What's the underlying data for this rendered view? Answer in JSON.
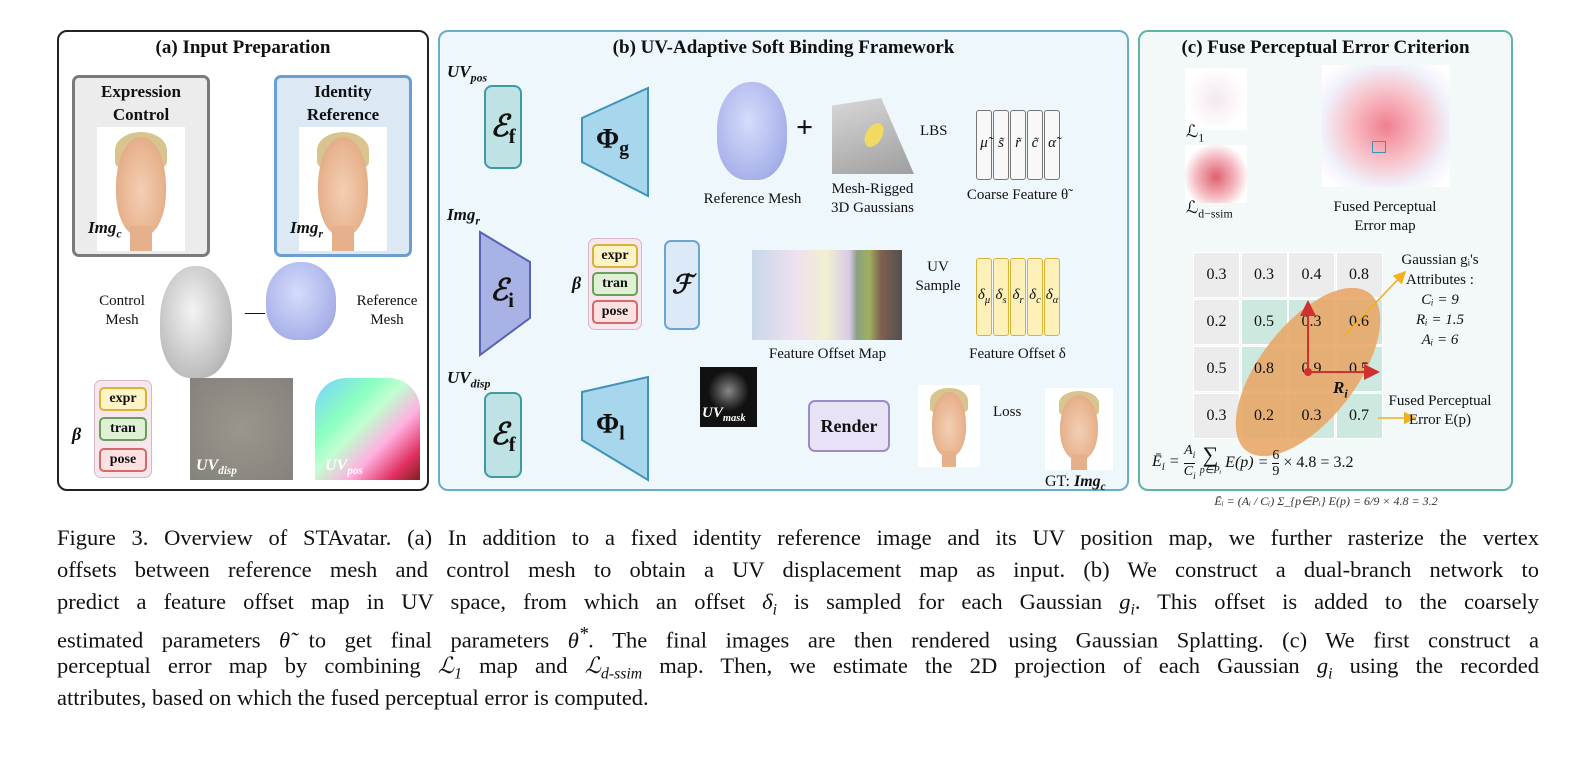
{
  "panel_a": {
    "title": "(a) Input Preparation",
    "expression_control": [
      "Expression",
      "Control"
    ],
    "img_c": {
      "base": "Img",
      "sub": "c"
    },
    "identity_reference": [
      "Identity",
      "Reference"
    ],
    "img_r": {
      "base": "Img",
      "sub": "r"
    },
    "control_mesh": [
      "Control",
      "Mesh"
    ],
    "reference_mesh": [
      "Reference",
      "Mesh"
    ],
    "minus": "—",
    "beta": "β",
    "params": [
      "expr",
      "tran",
      "pose"
    ],
    "uv_disp": {
      "base": "UV",
      "sub": "disp"
    },
    "uv_pos": {
      "base": "UV",
      "sub": "pos"
    }
  },
  "panel_b": {
    "title": "(b) UV-Adaptive Soft Binding Framework",
    "uv_pos": {
      "base": "UV",
      "sub": "pos"
    },
    "img_r": {
      "base": "Img",
      "sub": "r"
    },
    "uv_disp": {
      "base": "UV",
      "sub": "disp"
    },
    "encoder_f": {
      "base": "ℰ",
      "sub": "f"
    },
    "encoder_i": {
      "base": "ℰ",
      "sub": "i"
    },
    "phi_g": {
      "base": "Φ",
      "sub": "g"
    },
    "phi_l": {
      "base": "Φ",
      "sub": "l"
    },
    "beta": "β",
    "params": [
      "expr",
      "tran",
      "pose"
    ],
    "fusion": "ℱ",
    "reference_mesh": "Reference Mesh",
    "plus": "+",
    "mesh_rigged": [
      "Mesh-Rigged",
      "3D Gaussians"
    ],
    "lbs": "LBS",
    "coarse_symbols": [
      "μ̃",
      "s̃",
      "r̃",
      "c̃",
      "α̃"
    ],
    "coarse_label": "Coarse Feature θ̃",
    "feature_offset_map": "Feature Offset Map",
    "uv_sample": [
      "UV",
      "Sample"
    ],
    "offset_symbols": [
      {
        "base": "δ",
        "sub": "μ"
      },
      {
        "base": "δ",
        "sub": "s"
      },
      {
        "base": "δ",
        "sub": "r"
      },
      {
        "base": "δ",
        "sub": "c"
      },
      {
        "base": "δ",
        "sub": "α"
      }
    ],
    "offset_label": "Feature Offset δ",
    "uv_mask": {
      "base": "UV",
      "sub": "mask"
    },
    "render": "Render",
    "loss": "Loss",
    "gt": {
      "prefix": "GT: ",
      "base": "Img",
      "sub": "c"
    }
  },
  "panel_c": {
    "title": "(c) Fuse Perceptual Error Criterion",
    "l1": {
      "base": "ℒ",
      "sub": "1"
    },
    "ldssim": {
      "base": "ℒ",
      "sub": "d−ssim"
    },
    "fused_map": [
      "Fused Perceptual",
      "Error map"
    ],
    "grid": [
      [
        "0.3",
        "0.3",
        "0.4",
        "0.8"
      ],
      [
        "0.2",
        "0.5",
        "0.3",
        "0.6"
      ],
      [
        "0.5",
        "0.8",
        "0.9",
        "0.5"
      ],
      [
        "0.3",
        "0.2",
        "0.3",
        "0.7"
      ]
    ],
    "ri_label": {
      "base": "R",
      "sub": "i"
    },
    "attributes": [
      "Gaussian gᵢ's",
      "Attributes :",
      "Cᵢ = 9",
      "Rᵢ = 1.5",
      "Aᵢ = 6"
    ],
    "fused_error": [
      "Fused Perceptual",
      "Error E(p)"
    ],
    "formula": "Ēᵢ = (Aᵢ / Cᵢ) Σ_{p∈Pᵢ} E(p) = 6/9 × 4.8 = 3.2",
    "formula_parts": {
      "lhs": "Ē",
      "lhs_sub": "i",
      "num": "A",
      "num_sub": "i",
      "den": "C",
      "den_sub": "i",
      "sum": "∑",
      "sum_sub": "p∈Pᵢ",
      "term": "E(p) =",
      "num2": "6",
      "den2": "9",
      "rest": "× 4.8 = 3.2"
    }
  },
  "colors": {
    "panel_b_border": "#6aaccc",
    "panel_c_border": "#5fb3a8",
    "gaussian": "#e8a565",
    "teal_cell": "#cde8df"
  },
  "caption": [
    [
      {
        "t": "Figure 3. Overview of STAvatar. (a) In addition to a fixed identity reference image and its UV position map, we further rasterize the vertex"
      }
    ],
    [
      {
        "t": "offsets between reference mesh and control mesh to obtain a UV displacement map as input. (b) We construct a dual-branch network to"
      }
    ],
    [
      {
        "t": "predict a feature offset map in UV space, from which an offset "
      },
      {
        "m": "δ",
        "sub": "i"
      },
      {
        "t": " is sampled for each Gaussian "
      },
      {
        "m": "g",
        "sub": "i"
      },
      {
        "t": ". This offset is added to the coarsely"
      }
    ],
    [
      {
        "t": "estimated parameters "
      },
      {
        "m": "θ̃"
      },
      {
        "t": " to get final parameters "
      },
      {
        "m": "θ",
        "sup": "*"
      },
      {
        "t": ". The final images are then rendered using Gaussian Splatting. (c) We first construct a"
      }
    ],
    [
      {
        "t": "perceptual error map by combining "
      },
      {
        "m": "ℒ",
        "sub": "1"
      },
      {
        "t": " map and "
      },
      {
        "m": "ℒ",
        "sub": "d-ssim"
      },
      {
        "t": " map. Then, we estimate the 2D projection of each Gaussian "
      },
      {
        "m": "g",
        "sub": "i"
      },
      {
        "t": " using the recorded"
      }
    ],
    [
      {
        "t": "attributes, based on which the fused perceptual error is computed."
      }
    ]
  ]
}
